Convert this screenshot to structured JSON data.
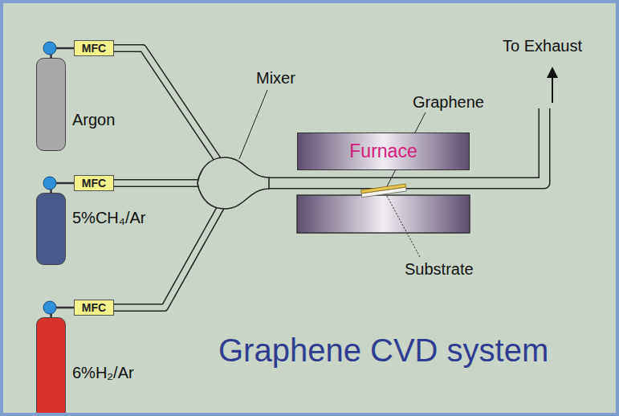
{
  "diagram": {
    "title": "Graphene CVD system",
    "nodes": [
      {
        "text": [
          "Argon"
        ]
      },
      {
        "text": [
          "MFC"
        ]
      },
      {
        "text": [
          "5%CH₄/Ar"
        ]
      },
      {
        "text": [
          "MFC"
        ]
      },
      {
        "text": [
          "6%H₂/Ar"
        ]
      },
      {
        "text": [
          "MFC"
        ]
      },
      {
        "text": [
          "Furnace"
        ]
      }
    ],
    "edges": [
      {
        "from": 0,
        "to": 1,
        "arrow": "none"
      },
      {
        "from": 2,
        "to": 3,
        "arrow": "none"
      },
      {
        "from": 4,
        "to": 5,
        "arrow": "none"
      }
    ],
    "labels": [
      "Mixer",
      "Graphene",
      "To Exhaust",
      "Substrate"
    ]
  }
}
